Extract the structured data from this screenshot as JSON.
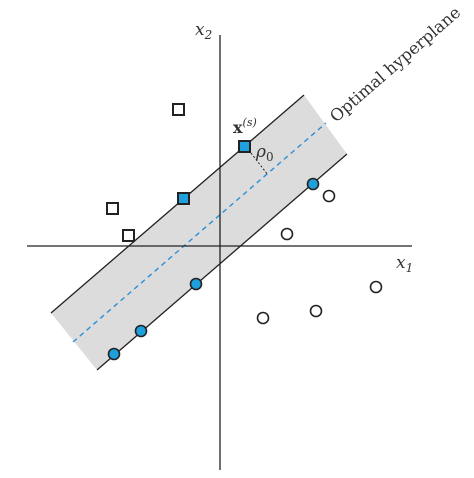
{
  "axes": {
    "x_label": "x",
    "x_sub": "1",
    "y_label": "x",
    "y_sub": "2"
  },
  "hyperplane_label": "Optimal hyperplane",
  "support_vector_label": {
    "vec": "x",
    "sup": "(s)"
  },
  "margin_label": {
    "sym": "ρ",
    "sub": "0"
  },
  "colors": {
    "band_fill": "#dcdcdc",
    "line": "#222222",
    "hyperplane_dash": "#2a8fd6",
    "support_vector_fill": "#1ea0dc",
    "point_stroke": "#222222"
  }
}
